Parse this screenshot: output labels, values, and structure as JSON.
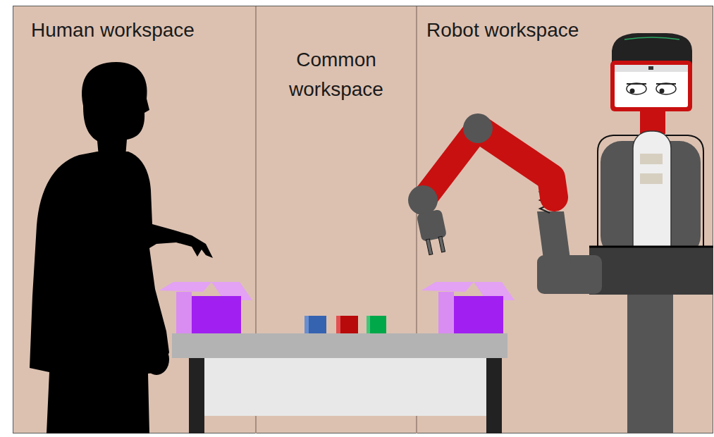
{
  "diagram": {
    "nodes": [
      {
        "text": [
          "Human workspace"
        ]
      },
      {
        "text": [
          "Common workspace"
        ]
      },
      {
        "text": [
          "Robot workspace"
        ]
      }
    ]
  }
}
